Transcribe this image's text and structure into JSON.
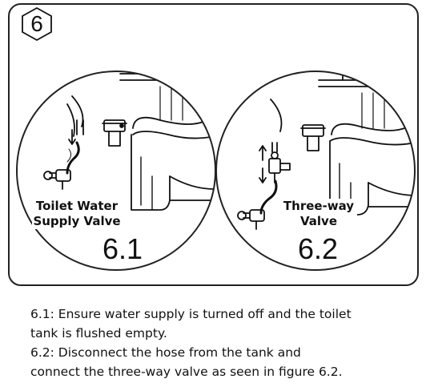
{
  "step": {
    "number": "6"
  },
  "figures": [
    {
      "id": "6.1",
      "label_line1": "Toilet Water",
      "label_line2": "Supply Valve",
      "number": "6.1"
    },
    {
      "id": "6.2",
      "label_line1": "Three-way",
      "label_line2": "Valve",
      "number": "6.2"
    }
  ],
  "instructions": {
    "line1": "6.1: Ensure water supply is turned off and the toilet",
    "line2": "tank is flushed empty.",
    "line3": "6.2: Disconnect the hose from the tank and",
    "line4": "connect the three-way valve as seen in figure 6.2."
  },
  "colors": {
    "ink": "#111111",
    "paper": "#ffffff"
  }
}
